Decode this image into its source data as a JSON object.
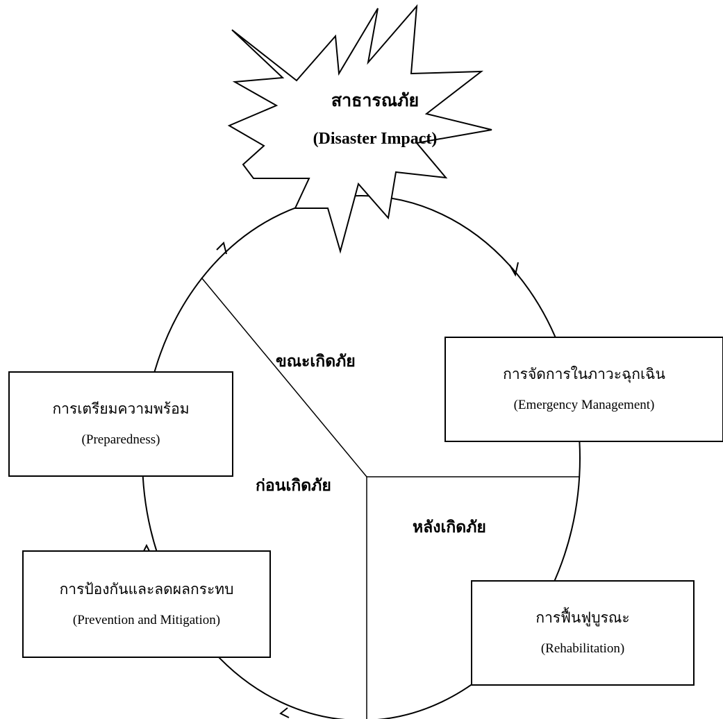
{
  "disaster": {
    "title_th": "สาธารณภัย",
    "title_en": "(Disaster Impact)"
  },
  "phases": {
    "during": "ขณะเกิดภัย",
    "before": "ก่อนเกิดภัย",
    "after": "หลังเกิดภัย"
  },
  "stages": {
    "preparedness": {
      "th": "การเตรียมความพร้อม",
      "en": "(Preparedness)"
    },
    "emergency": {
      "th": "การจัดการในภาวะฉุกเฉิน",
      "en": "(Emergency Management)"
    },
    "prevention": {
      "th": "การป้องกันและลดผลกระทบ",
      "en": "(Prevention and Mitigation)"
    },
    "rehabilitation": {
      "th": "การฟื้นฟูบูรณะ",
      "en": "(Rehabilitation)"
    }
  }
}
